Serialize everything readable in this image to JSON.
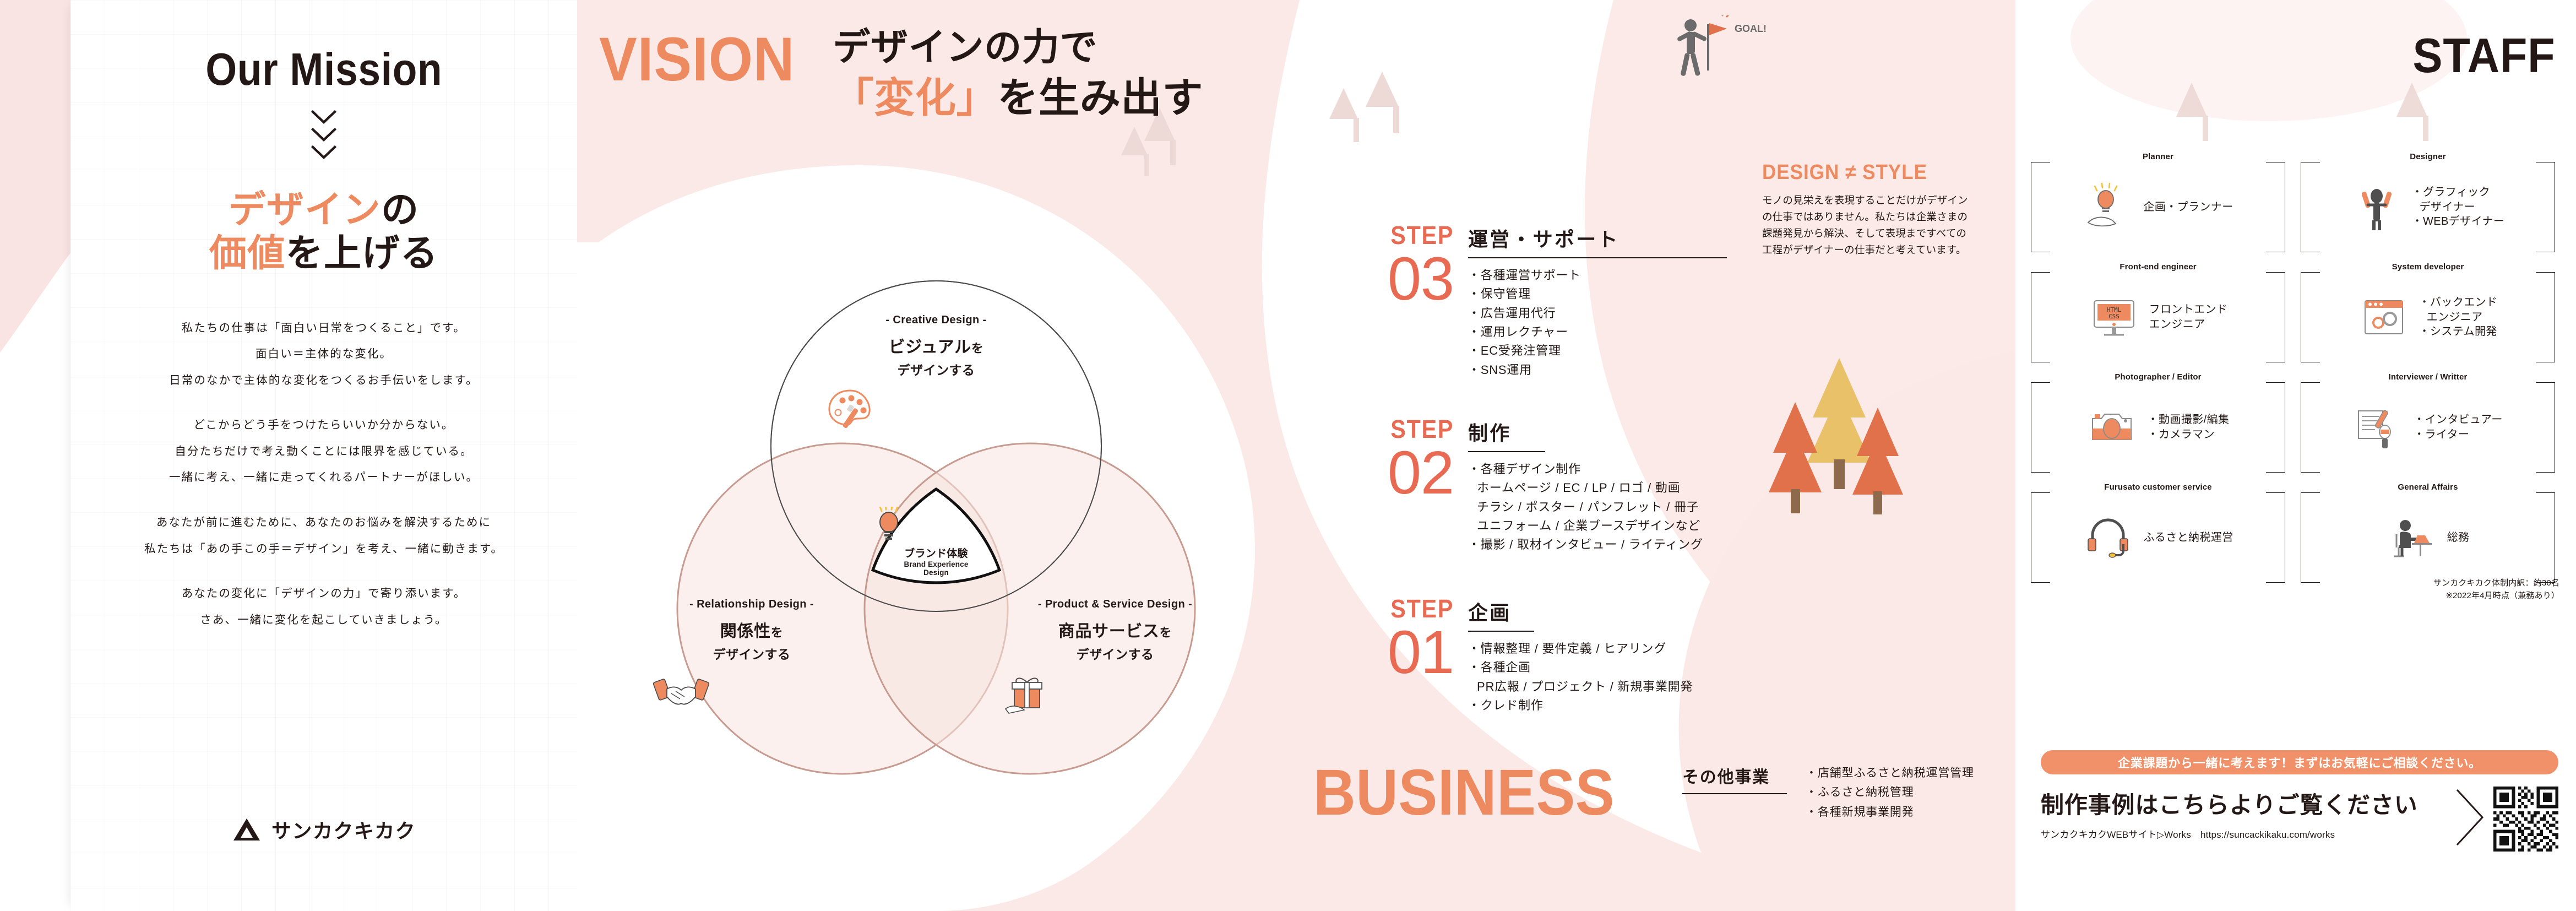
{
  "colors": {
    "accent_orange": "#EE8A5F",
    "step_red": "#E96A52",
    "pink_bg": "#FBE9E7",
    "ink": "#231815",
    "cta_pill": "#F0916A"
  },
  "mission": {
    "title": "Our Mission",
    "chevron_icon": "chevron-down-icon",
    "head_line1_orange": "デザイン",
    "head_line1_black": "の",
    "head_line2_orange": "価値",
    "head_line2_black": "を上げる",
    "paragraphs": [
      "私たちの仕事は「面白い日常をつくること」です。\n面白い＝主体的な変化。\n日常のなかで主体的な変化をつくるお手伝いをします。",
      "どこからどう手をつけたらいいか分からない。\n自分たちだけで考え動くことには限界を感じている。\n一緒に考え、一緒に走ってくれるパートナーがほしい。",
      "あなたが前に進むために、あなたのお悩みを解決するために\n私たちは「あの手この手＝デザイン」を考え、一緒に動きます。",
      "あなたの変化に「デザインの力」で寄り添います。\nさあ、一緒に変化を起こしていきましょう。"
    ],
    "brand_name": "サンカクキカク",
    "brand_mark_icon": "triangle-logo-icon"
  },
  "vision": {
    "word": "VISION",
    "line1": "デザインの力で",
    "line2_quote_open": "「",
    "line2_orange": "変化",
    "line2_quote_close": "」",
    "line2_black": "を生み出す",
    "hiker_icon": "hiker-flag-icon",
    "goal_label": "GOAL!"
  },
  "venn": {
    "top": {
      "en": "- Creative Design -",
      "jp_main": "ビジュアル",
      "jp_main_suffix": "を",
      "jp_sub": "デザインする",
      "icon": "palette-icon"
    },
    "left": {
      "en": "- Relationship Design -",
      "jp_main": "関係性",
      "jp_main_suffix": "を",
      "jp_sub": "デザインする",
      "icon": "handshake-icon"
    },
    "right": {
      "en": "- Product & Service Design -",
      "jp_main": "商品サービス",
      "jp_main_suffix": "を",
      "jp_sub": "デザインする",
      "icon": "gift-icon"
    },
    "center": {
      "jp": "ブランド体験",
      "en_line1": "Brand Experience",
      "en_line2": "Design",
      "icon": "lightbulb-icon"
    }
  },
  "steps": [
    {
      "word": "STEP",
      "number": "03",
      "title": "運営・サポート",
      "items": [
        "・各種運営サポート",
        "・保守管理",
        "・広告運用代行",
        "・運用レクチャー",
        "・EC受発注管理",
        "・SNS運用"
      ]
    },
    {
      "word": "STEP",
      "number": "02",
      "title": "制作",
      "items": [
        "・各種デザイン制作",
        "ホームページ / EC / LP / ロゴ / 動画",
        "チラシ / ポスター / パンフレット / 冊子",
        "ユニフォーム / 企業ブースデザインなど",
        "・撮影 / 取材インタビュー / ライティング"
      ]
    },
    {
      "word": "STEP",
      "number": "01",
      "title": "企画",
      "items": [
        "・情報整理 / 要件定義 / ヒアリング",
        "・各種企画",
        "PR広報 / プロジェクト / 新規事業開発",
        "・クレド制作"
      ]
    }
  ],
  "design_not_style": {
    "title": "DESIGN ≠ STYLE",
    "body": "モノの見栄えを表現することだけがデザインの仕事ではありません。私たちは企業さまの課題発見から解決、そして表現まですべての工程がデザイナーの仕事だと考えています。"
  },
  "business": {
    "word": "BUSINESS",
    "title": "その他事業",
    "items": [
      "・店舗型ふるさと納税運営管理",
      "・ふるさと納税管理",
      "・各種新規事業開発"
    ]
  },
  "staff": {
    "word": "STAFF",
    "cells": [
      {
        "caption": "Planner",
        "icon": "lightbulb-hand-icon",
        "roles": [
          "企画・プランナー"
        ]
      },
      {
        "caption": "Designer",
        "icon": "person-cheering-icon",
        "roles": [
          "・グラフィック",
          "デザイナー",
          "・WEBデザイナー"
        ]
      },
      {
        "caption": "Front-end engineer",
        "icon": "monitor-html-css-icon",
        "roles": [
          "フロントエンド",
          "エンジニア"
        ]
      },
      {
        "caption": "System developer",
        "icon": "browser-gears-icon",
        "roles": [
          "・バックエンド",
          "エンジニア",
          "・システム開発"
        ]
      },
      {
        "caption": "Photographer / Editor",
        "icon": "camera-icon",
        "roles": [
          "・動画撮影/編集",
          "・カメラマン"
        ]
      },
      {
        "caption": "Interviewer / Writter",
        "icon": "notepad-mic-icon",
        "roles": [
          "・インタビュアー",
          "・ライター"
        ]
      },
      {
        "caption": "Furusato customer service",
        "icon": "headset-icon",
        "roles": [
          "ふるさと納税運営"
        ]
      },
      {
        "caption": "General Affairs",
        "icon": "person-desk-icon",
        "roles": [
          "総務"
        ]
      }
    ],
    "note_line1": "サンカクキカク体制内訳：約30名",
    "note_line2": "※2022年4月時点（兼務あり）"
  },
  "cta": {
    "pill": "企業課題から一緒に考えます！まずはお気軽にご相談ください。",
    "heading": "制作事例はこちらよりご覧ください",
    "sub": "サンカクキカクWEBサイト▷Works　https://suncackikaku.com/works",
    "arrow_icon": "chevron-right-icon",
    "qr_icon": "qr-code-icon"
  }
}
